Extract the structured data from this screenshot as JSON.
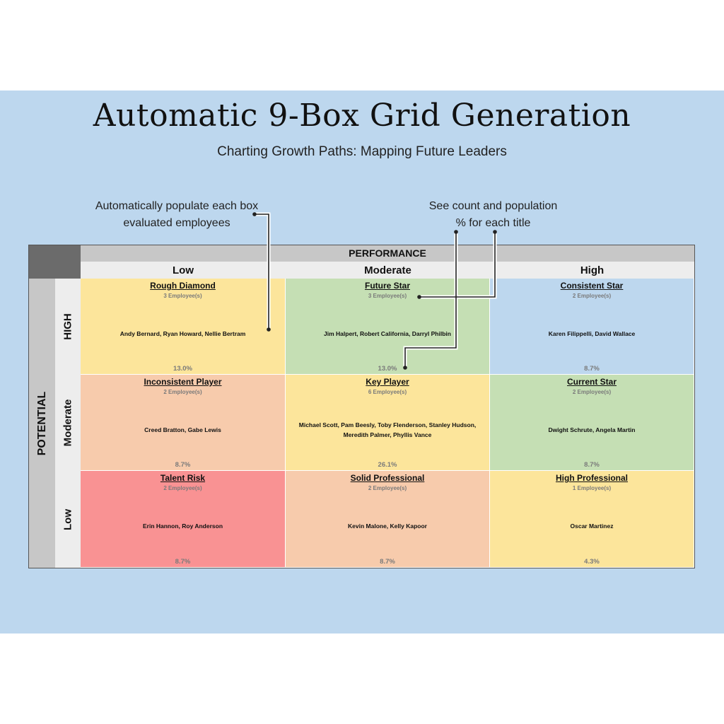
{
  "title": "Automatic 9-Box Grid Generation",
  "subtitle": "Charting Growth Paths: Mapping Future Leaders",
  "callouts": {
    "left_line1": "Automatically populate each box",
    "left_line2": "evaluated employees",
    "right_line1": "See count and population",
    "right_line2": "% for each title"
  },
  "axes": {
    "performance": "PERFORMANCE",
    "potential": "POTENTIAL",
    "columns": [
      "Low",
      "Moderate",
      "High"
    ],
    "rows": [
      "HIGH",
      "Moderate",
      "Low"
    ]
  },
  "colors": {
    "panel_bg": "#bdd7ee",
    "yellow": "#fce59b",
    "green": "#c5dfb4",
    "blue": "#bdd7ee",
    "orange": "#f7cbac",
    "red": "#f99293"
  },
  "cells": [
    {
      "title": "Rough Diamond",
      "count": "3 Employee(s)",
      "names": "Andy Bernard, Ryan Howard, Nellie Bertram",
      "pct": "13.0%",
      "color": "#fce59b"
    },
    {
      "title": "Future Star",
      "count": "3 Employee(s)",
      "names": "Jim Halpert, Robert California, Darryl Philbin",
      "pct": "13.0%",
      "color": "#c5dfb4"
    },
    {
      "title": "Consistent Star",
      "count": "2 Employee(s)",
      "names": "Karen Filippelli, David Wallace",
      "pct": "8.7%",
      "color": "#bdd7ee"
    },
    {
      "title": "Inconsistent Player",
      "count": "2 Employee(s)",
      "names": "Creed Bratton, Gabe Lewis",
      "pct": "8.7%",
      "color": "#f7cbac"
    },
    {
      "title": "Key Player",
      "count": "6 Employee(s)",
      "names": "Michael Scott, Pam Beesly, Toby Flenderson, Stanley Hudson, Meredith Palmer, Phyllis Vance",
      "pct": "26.1%",
      "color": "#fce59b"
    },
    {
      "title": "Current Star",
      "count": "2 Employee(s)",
      "names": "Dwight Schrute, Angela Martin",
      "pct": "8.7%",
      "color": "#c5dfb4"
    },
    {
      "title": "Talent Risk",
      "count": "2 Employee(s)",
      "names": "Erin Hannon, Roy Anderson",
      "pct": "8.7%",
      "color": "#f99293"
    },
    {
      "title": "Solid Professional",
      "count": "2 Employee(s)",
      "names": "Kevin Malone, Kelly Kapoor",
      "pct": "8.7%",
      "color": "#f7cbac"
    },
    {
      "title": "High Professional",
      "count": "1 Employee(s)",
      "names": "Oscar Martinez",
      "pct": "4.3%",
      "color": "#fce59b"
    }
  ]
}
